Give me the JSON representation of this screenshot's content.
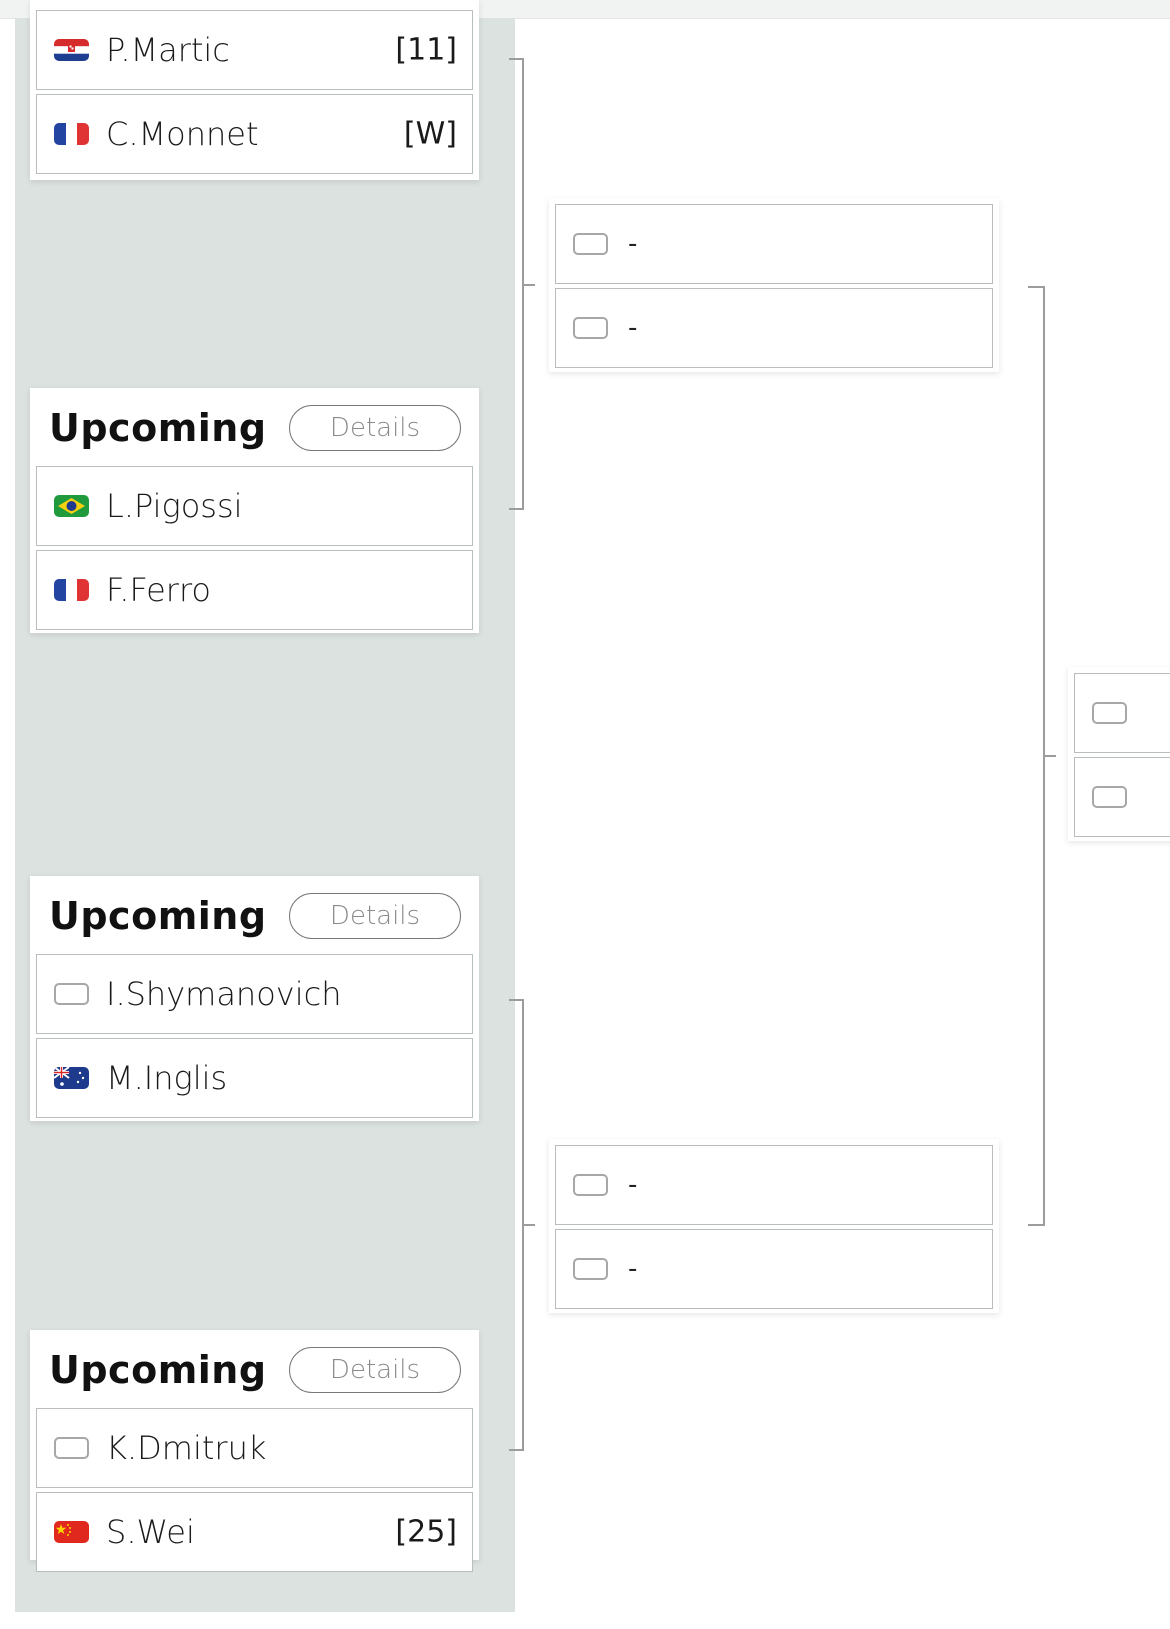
{
  "matches": [
    {
      "status": "",
      "details_label": "",
      "players": [
        {
          "name": "P.Martic",
          "seed": "[11]",
          "flag": "croatia-flag"
        },
        {
          "name": "C.Monnet",
          "seed": "[W]",
          "flag": "france-flag"
        }
      ]
    },
    {
      "status": "Upcoming",
      "details_label": "Details",
      "players": [
        {
          "name": "L.Pigossi",
          "seed": "",
          "flag": "brazil-flag"
        },
        {
          "name": "F.Ferro",
          "seed": "",
          "flag": "france-flag"
        }
      ]
    },
    {
      "status": "Upcoming",
      "details_label": "Details",
      "players": [
        {
          "name": "I.Shymanovich",
          "seed": "",
          "flag": "empty-flag"
        },
        {
          "name": "M.Inglis",
          "seed": "",
          "flag": "australia-flag"
        }
      ]
    },
    {
      "status": "Upcoming",
      "details_label": "Details",
      "players": [
        {
          "name": "K.Dmitruk",
          "seed": "",
          "flag": "empty-flag"
        },
        {
          "name": "S.Wei",
          "seed": "[25]",
          "flag": "china-flag"
        }
      ]
    }
  ],
  "next_round": [
    {
      "players": [
        {
          "name": "-",
          "flag": "empty-flag"
        },
        {
          "name": "-",
          "flag": "empty-flag"
        }
      ]
    },
    {
      "players": [
        {
          "name": "-",
          "flag": "empty-flag"
        },
        {
          "name": "-",
          "flag": "empty-flag"
        }
      ]
    }
  ],
  "third_round": [
    {
      "players": [
        {
          "name": "",
          "flag": "empty-flag"
        },
        {
          "name": "",
          "flag": "empty-flag"
        }
      ]
    }
  ]
}
